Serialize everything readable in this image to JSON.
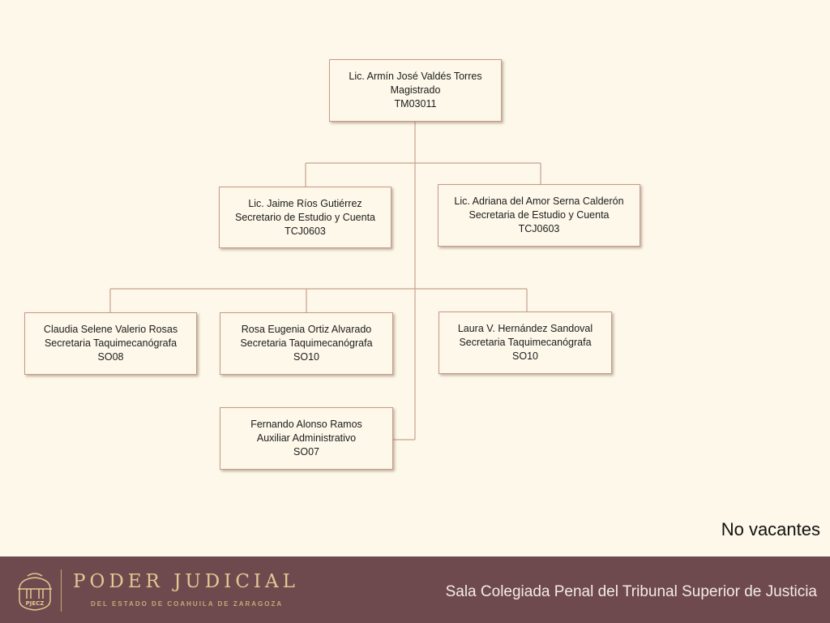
{
  "org_chart": {
    "magistrado": {
      "name": "Lic. Armín José Valdés Torres",
      "position": "Magistrado",
      "code": "TM03011"
    },
    "secretarios": [
      {
        "name": "Lic. Jaime Ríos Gutiérrez",
        "position": "Secretario de Estudio y Cuenta",
        "code": "TCJ0603"
      },
      {
        "name": "Lic. Adriana del Amor Serna Calderón",
        "position": "Secretaria de Estudio y Cuenta",
        "code": "TCJ0603"
      }
    ],
    "staff": [
      {
        "name": "Claudia Selene Valerio Rosas",
        "position": "Secretaria Taquimecanógrafa",
        "code": "SO08"
      },
      {
        "name": "Rosa Eugenia Ortiz Alvarado",
        "position": "Secretaria Taquimecanógrafa",
        "code": "SO10"
      },
      {
        "name": "Laura V. Hernández Sandoval",
        "position": "Secretaria Taquimecanógrafa",
        "code": "SO10"
      },
      {
        "name": "Fernando Alonso Ramos",
        "position": "Auxiliar Administrativo",
        "code": "SO07"
      }
    ]
  },
  "status_note": "No vacantes",
  "footer": {
    "logo_text": "PJECZ",
    "brand_title": "PODER JUDICIAL",
    "brand_subtitle": "DEL ESTADO DE COAHUILA DE ZARAGOZA",
    "caption": "Sala Colegiada Penal del Tribunal Superior de Justicia"
  },
  "colors": {
    "background": "#fdf8e9",
    "box_border": "#c79a86",
    "connector": "#c7a292",
    "footer_bg": "#6e4a4e",
    "brand_gold": "#e2c893"
  }
}
